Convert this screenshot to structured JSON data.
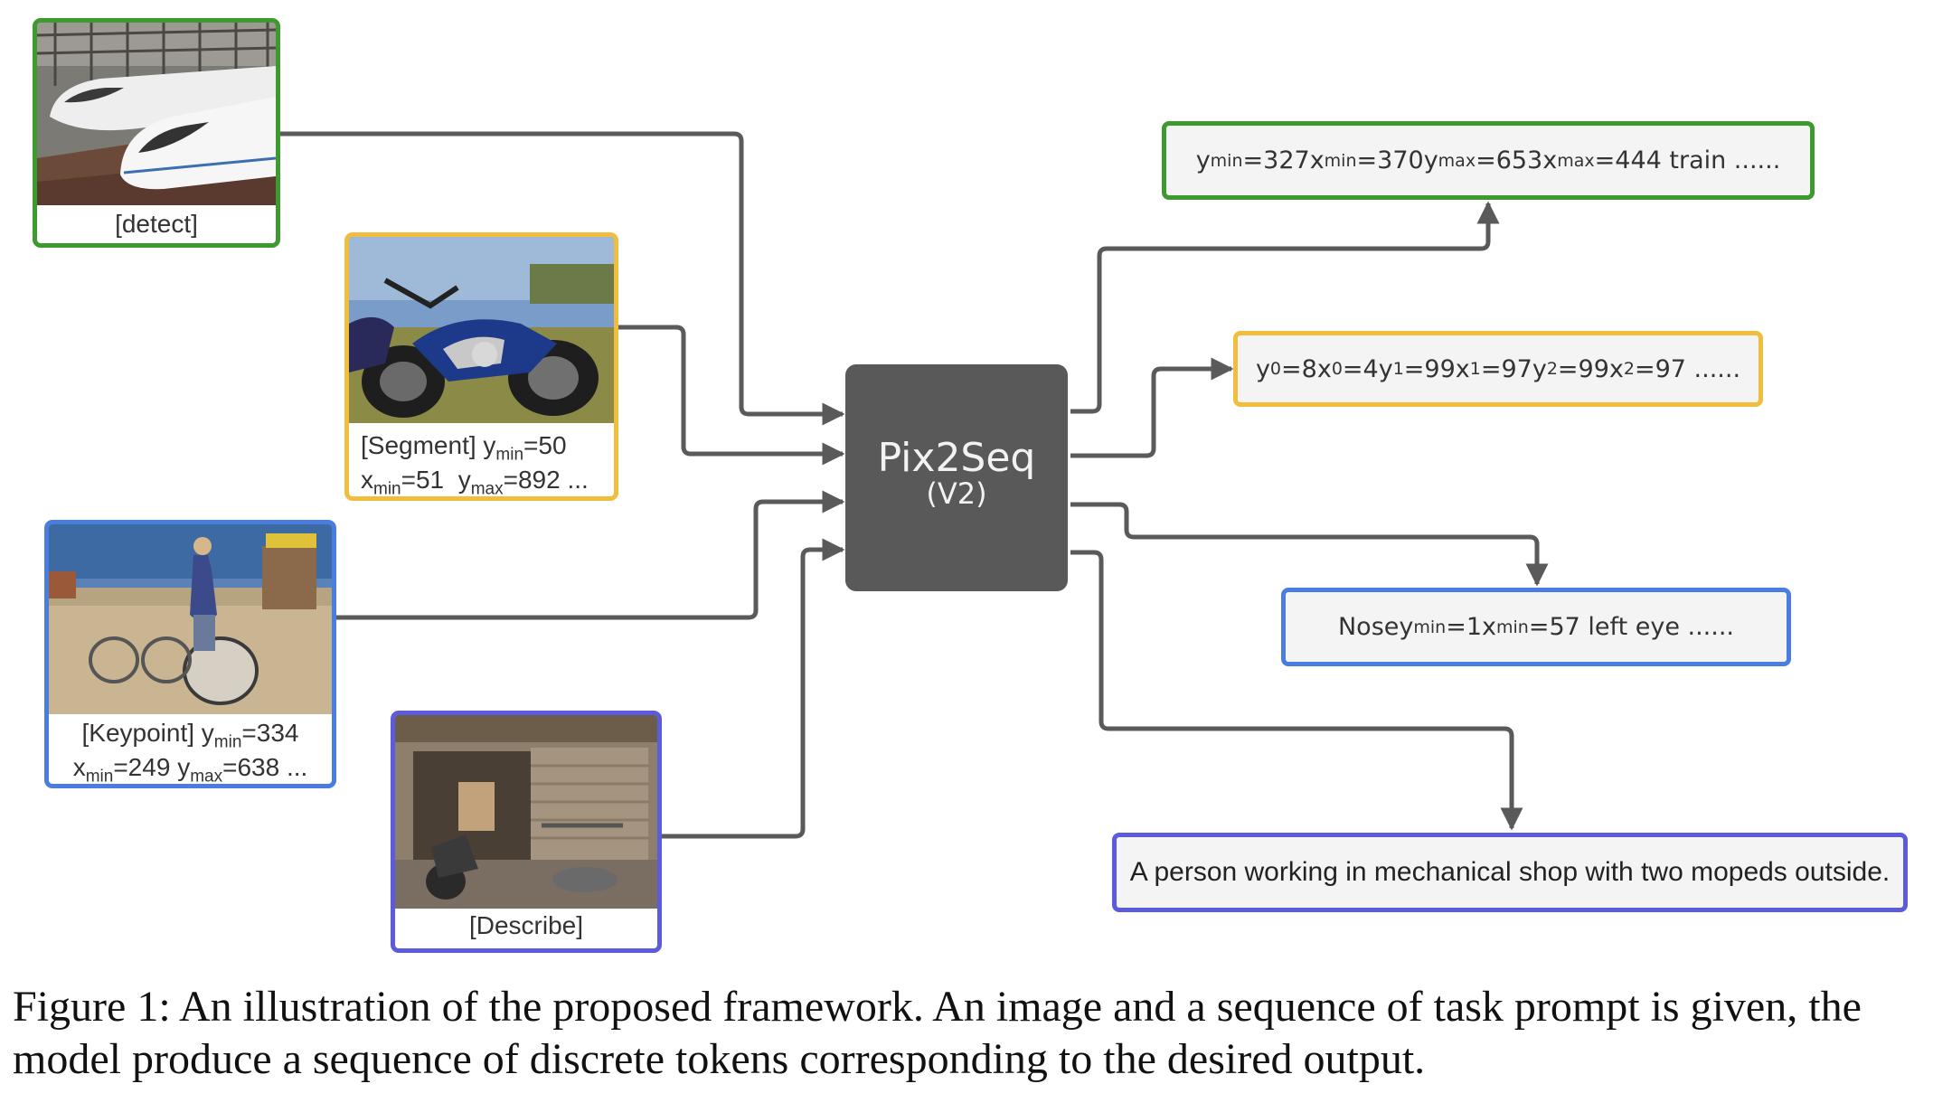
{
  "inputs": {
    "detect": {
      "label": "[detect]",
      "border": "#3d9a2f"
    },
    "segment": {
      "line1_prefix": "[Segment] y",
      "line1_sub": "min",
      "line1_suffix": "=50",
      "line2_a": "x",
      "line2_a_sub": "min",
      "line2_a_val": "=51",
      "line2_b": "y",
      "line2_b_sub": "max",
      "line2_b_val": "=892 ...",
      "border": "#f0be3c"
    },
    "keypoint": {
      "line1_prefix": "[Keypoint] y",
      "line1_sub": "min",
      "line1_suffix": "=334",
      "line2_a": "x",
      "line2_a_sub": "min",
      "line2_a_val": "=249",
      "line2_b": "y",
      "line2_b_sub": "max",
      "line2_b_val": "=638 ...",
      "border": "#4a7de0"
    },
    "describe": {
      "label": "[Describe]",
      "border": "#5b5bdc"
    }
  },
  "model": {
    "title": "Pix2Seq",
    "subtitle": "(V2)",
    "color": "#595959"
  },
  "outputs": {
    "detect": {
      "border": "#3d9a2f",
      "t1": "y",
      "s1": "min",
      "v1": "=327 ",
      "t2": "x",
      "s2": "min",
      "v2": "=370 ",
      "t3": "y",
      "s3": "max",
      "v3": "=653 ",
      "t4": "x",
      "s4": "max",
      "v4": "=444 train ......"
    },
    "segment": {
      "border": "#f0be3c",
      "t1": "y",
      "s1": "0",
      "v1": "=8 ",
      "t2": "x",
      "s2": "0",
      "v2": "=4 ",
      "t3": "y",
      "s3": "1",
      "v3": "=99 ",
      "t4": "x",
      "s4": "1",
      "v4": "=97 ",
      "t5": "y",
      "s5": "2",
      "v5": "=99 ",
      "t6": "x",
      "s6": "2",
      "v6": "=97  ......"
    },
    "keypoint": {
      "border": "#4a7de0",
      "t0": "Nose ",
      "t1": "y",
      "s1": "min",
      "v1": "=1 ",
      "t2": "x",
      "s2": "min",
      "v2": "=57 left eye ......"
    },
    "describe": {
      "border": "#5b5bdc",
      "text": "A person working in mechanical shop with two mopeds outside."
    }
  },
  "caption": "Figure 1: An illustration of the proposed framework. An image and a sequence of task prompt is given, the model produce a sequence of discrete tokens corresponding to the desired output.",
  "colors": {
    "arrow": "#5a5a5a"
  }
}
